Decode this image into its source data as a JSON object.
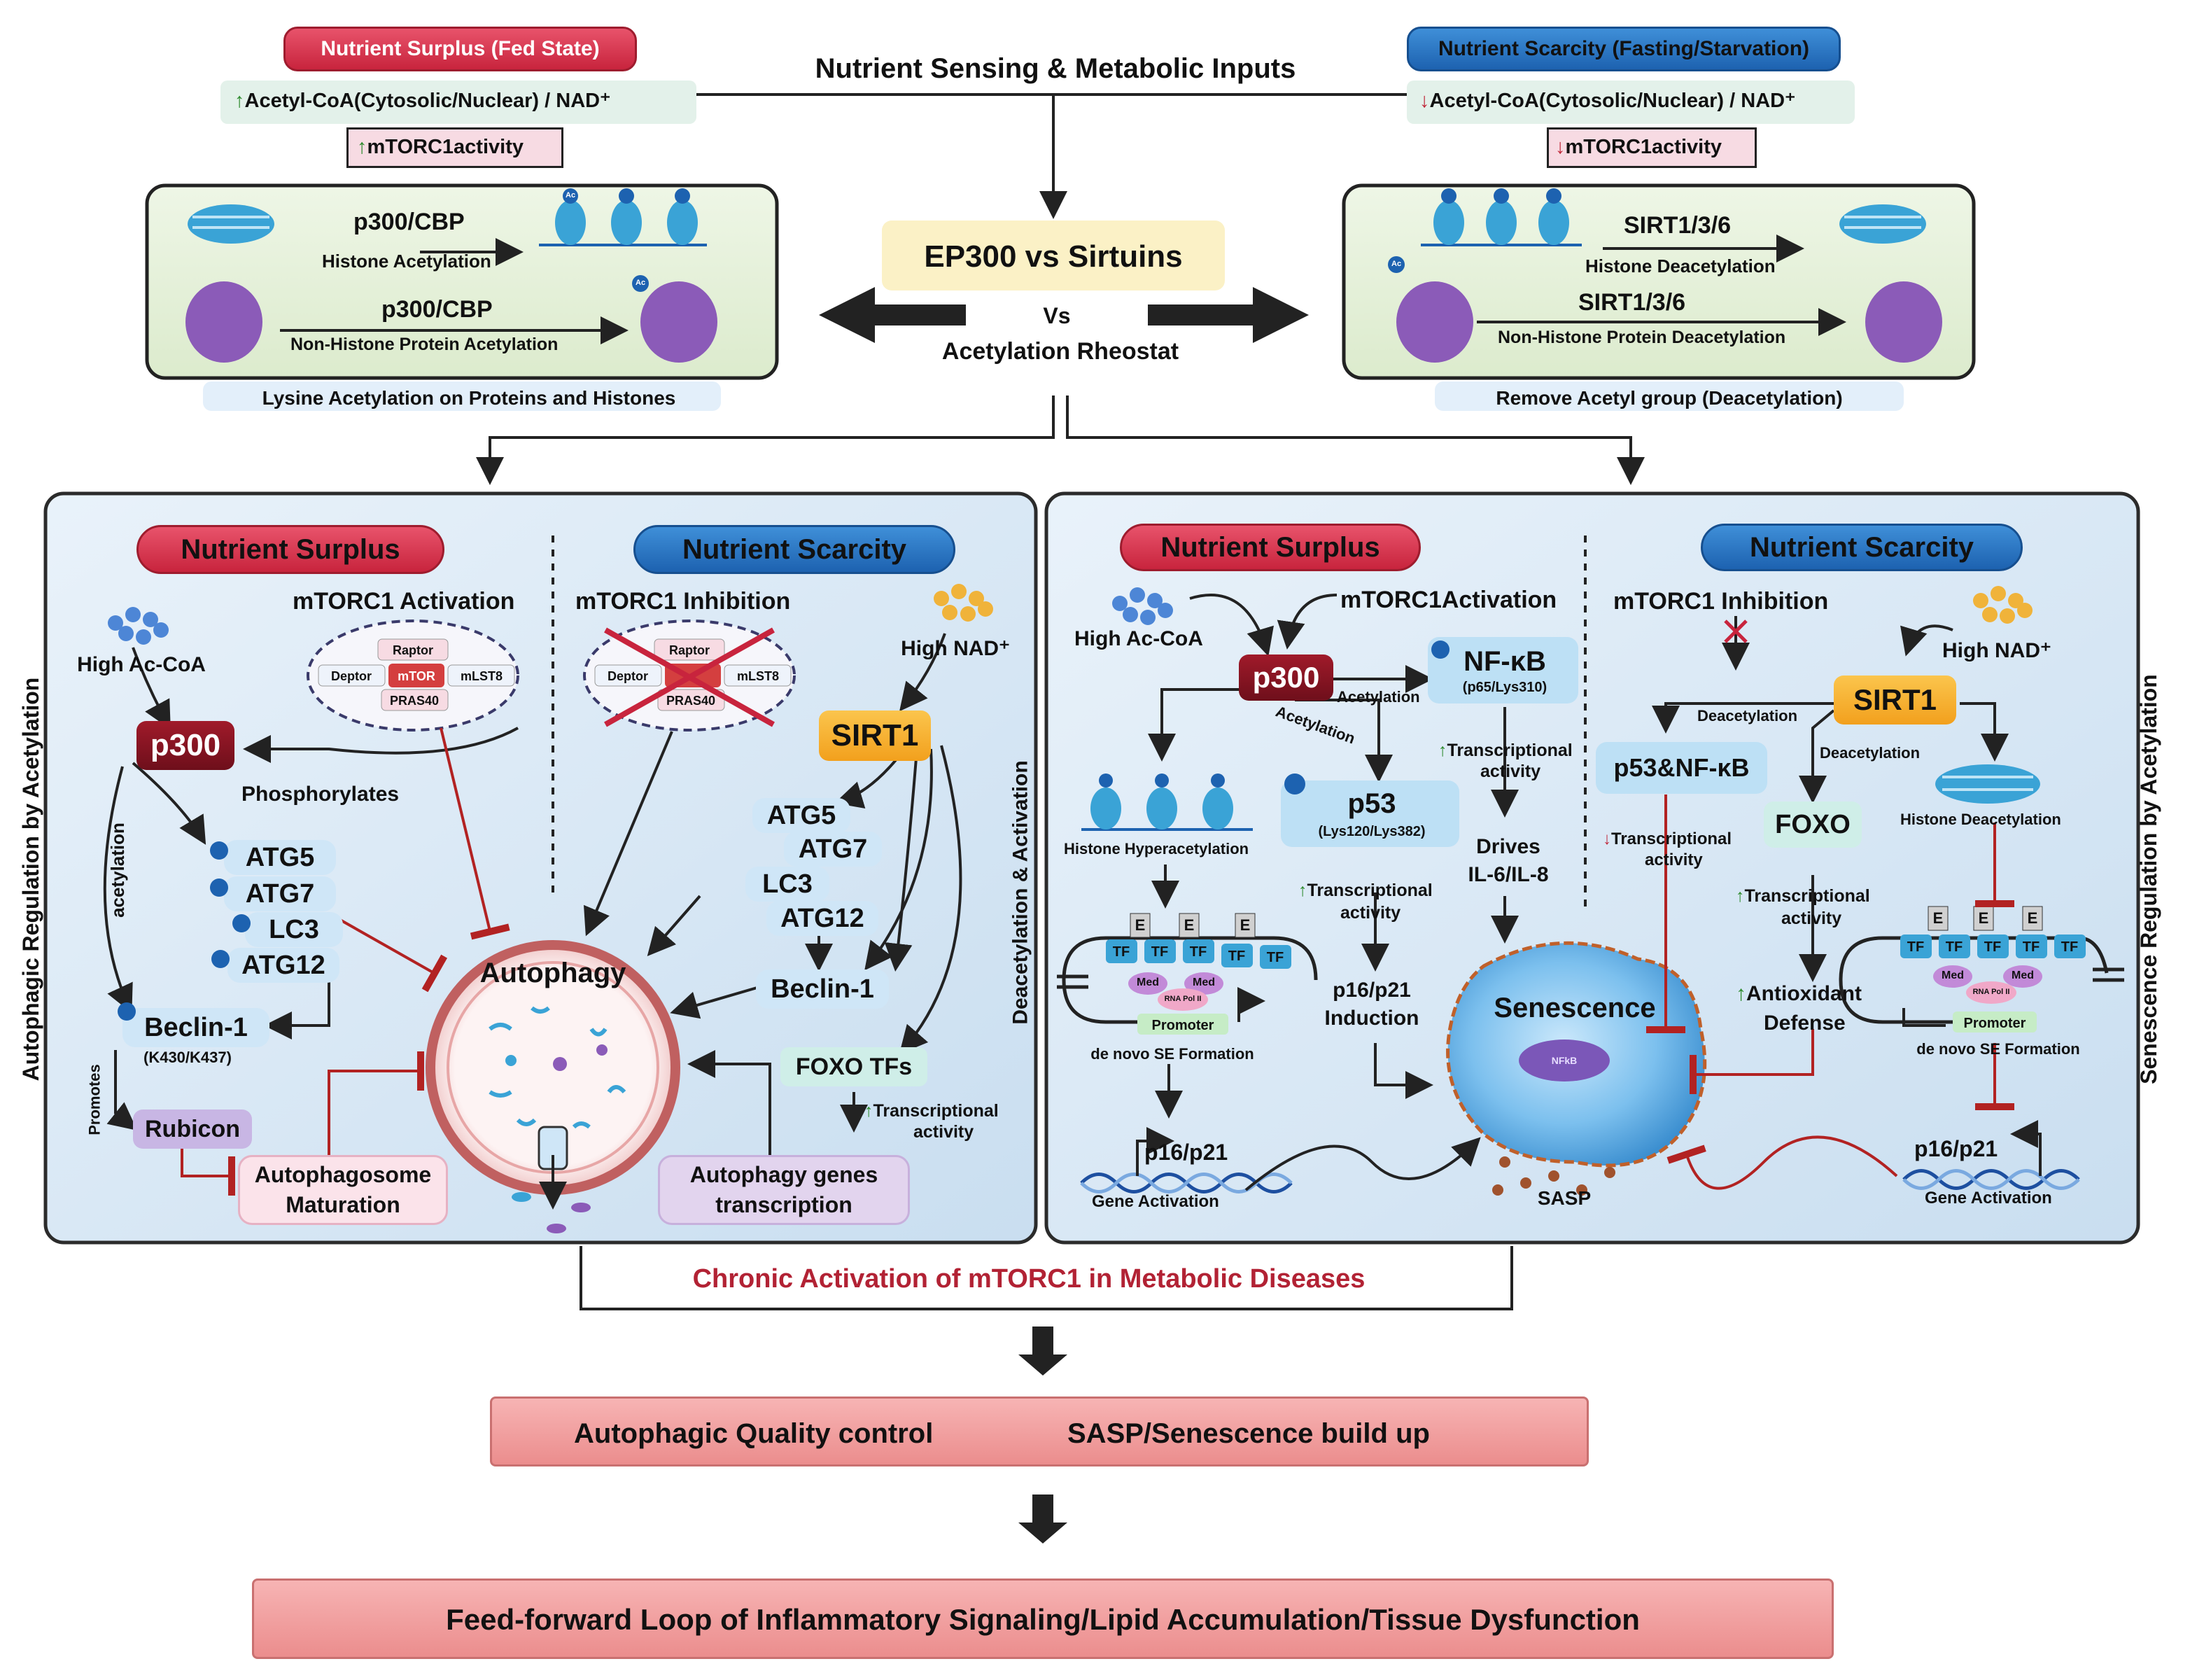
{
  "top": {
    "fed_label": "Nutrient Surplus (Fed State)",
    "fed_metabolites": "Acetyl-CoA(Cytosolic/Nuclear) / NAD⁺",
    "fed_mtorc1": "mTORC1activity",
    "center_title": "Nutrient Sensing & Metabolic Inputs",
    "fast_label": "Nutrient Scarcity (Fasting/Starvation)",
    "fast_metabolites": "Acetyl-CoA(Cytosolic/Nuclear) / NAD⁺",
    "fast_mtorc1": "mTORC1activity",
    "ep300_vs": "EP300 vs Sirtuins",
    "vs": "Vs",
    "rheostat": "Acetylation Rheostat",
    "left_enzyme_1": "p300/CBP",
    "left_process_1": "Histone Acetylation",
    "left_enzyme_2": "p300/CBP",
    "left_process_2": "Non-Histone Protein Acetylation",
    "left_caption": "Lysine Acetylation on Proteins and Histones",
    "right_enzyme_1": "SIRT1/3/6",
    "right_process_1": "Histone Deacetylation",
    "right_enzyme_2": "SIRT1/3/6",
    "right_process_2": "Non-Histone Protein Deacetylation",
    "right_caption": "Remove Acetyl group (Deacetylation)"
  },
  "left_panel": {
    "side_label": "Autophagic Regulation by Acetylation",
    "surplus": "Nutrient Surplus",
    "scarcity": "Nutrient Scarcity",
    "mtorc1_activation": "mTORC1 Activation",
    "mtorc1_inhibition": "mTORC1 Inhibition",
    "high_acoa": "High Ac-CoA",
    "high_nad": "High NAD⁺",
    "p300": "p300",
    "sirt1": "SIRT1",
    "raptor": "Raptor",
    "deptor": "Deptor",
    "mtor": "mTOR",
    "mlst8": "mLST8",
    "pras40": "PRAS40",
    "phosphorylates": "Phosphorylates",
    "acetylation": "acetylation",
    "left_atgs": [
      "ATG5",
      "ATG7",
      "LC3",
      "ATG12"
    ],
    "right_atgs": [
      "ATG5",
      "ATG7",
      "LC3",
      "ATG12"
    ],
    "beclin_left": "Beclin-1",
    "beclin_sites": "(K430/K437)",
    "beclin_right": "Beclin-1",
    "promotes": "Promotes",
    "rubicon": "Rubicon",
    "autophagy": "Autophagy",
    "autophagosome": [
      "Autophagosome",
      "Maturation"
    ],
    "deacetyl_activation": "Deacetylation & Activation",
    "foxo_tfs": "FOXO TFs",
    "transcriptional_activity": [
      "Transcriptional",
      "activity"
    ],
    "autophagy_genes": [
      "Autophagy genes",
      "transcription"
    ],
    "ac": "Ac"
  },
  "right_panel": {
    "side_label": "Senescence Regulation by Acetylation",
    "surplus": "Nutrient Surplus",
    "scarcity": "Nutrient Scarcity",
    "high_acoa": "High Ac-CoA",
    "mtorc1_activation": "mTORC1Activation",
    "mtorc1_inhibition": "mTORC1 Inhibition",
    "high_nad": "High NAD⁺",
    "p300": "p300",
    "nfkb": "NF-κB",
    "nfkb_site": "(p65/Lys310)",
    "acetylation_1": "Acetylation",
    "acetylation_2": "Acetylation",
    "p53": "p53",
    "p53_sites": "(Lys120/Lys382)",
    "trans_activity_nfkb": [
      "Transcriptional",
      "activity"
    ],
    "drives": [
      "Drives",
      "IL-6/IL-8"
    ],
    "histone_hyper": "Histone Hyperacetylation",
    "trans_activity_p53": [
      "Transcriptional",
      "activity"
    ],
    "p16_induction": [
      "p16/p21",
      "Induction"
    ],
    "e": "E",
    "tf": "TF",
    "med": "Med",
    "pol": "RNA Pol II",
    "promoter": "Promoter",
    "de_novo": "de novo SE Formation",
    "p16_left": "p16/p21",
    "gene_activation_left": "Gene Activation",
    "senescence": "Senescence",
    "nucleus": "NFkB",
    "sasp": "SASP",
    "sirt1": "SIRT1",
    "deacetylation_1": "Deacetylation",
    "deacetylation_2": "Deacetylation",
    "p53_nfkb": "p53&NF-κB",
    "trans_activity_down": [
      "Transcriptional",
      "activity"
    ],
    "foxo": "FOXO",
    "trans_activity_foxo": [
      "Transcriptional",
      "activity"
    ],
    "antioxidant": [
      "Antioxidant",
      "Defense"
    ],
    "histone_deacetylation": "Histone Deacetylation",
    "p16_right": "p16/p21",
    "gene_activation_right": "Gene Activation"
  },
  "bottom": {
    "chronic": "Chronic Activation of mTORC1 in Metabolic Diseases",
    "outcome_1": "Autophagic Quality control",
    "outcome_2": "SASP/Senescence build up",
    "feed_forward": "Feed-forward Loop of Inflammatory Signaling/Lipid Accumulation/Tissue Dysfunction"
  },
  "colors": {
    "red": "#c8243d",
    "blue": "#1d62b0",
    "panel_bg": "#d9e9f5",
    "inhibit": "#b22222",
    "up_arrow": "#2e8b2e",
    "down_arrow": "#c0283a"
  }
}
